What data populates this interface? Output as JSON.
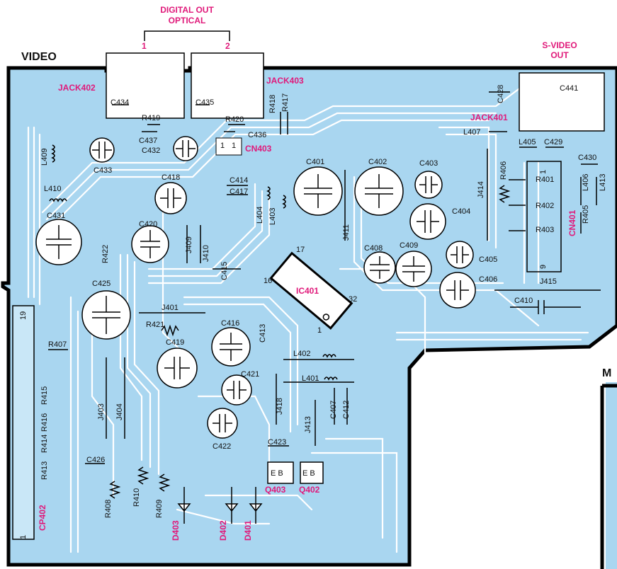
{
  "board": {
    "section_video": "VIDEO",
    "section_m": "M",
    "digital_out": [
      "DIGITAL OUT",
      "OPTICAL"
    ],
    "digital_out_pins": [
      "1",
      "2"
    ],
    "svideo_out": [
      "S-VIDEO",
      "OUT"
    ]
  },
  "connectors": {
    "jack402": "JACK402",
    "jack403": "JACK403",
    "jack401": "JACK401",
    "cn403": "CN403",
    "cn403_pins": [
      "1",
      "1"
    ],
    "cn401": "CN401",
    "cn401_pins": [
      "1",
      "9"
    ],
    "cp402": "CP402",
    "cp402_pins": [
      "19",
      "1"
    ]
  },
  "ic": {
    "name": "IC401",
    "pins": [
      "17",
      "16",
      "32",
      "1"
    ]
  },
  "transistors": [
    {
      "name": "Q403",
      "pins": "E B"
    },
    {
      "name": "Q402",
      "pins": "E B"
    }
  ],
  "diodes": [
    "D403",
    "D402",
    "D401"
  ],
  "capacitors": [
    "C401",
    "C402",
    "C403",
    "C404",
    "C405",
    "C406",
    "C407",
    "C408",
    "C409",
    "C410",
    "C412",
    "C413",
    "C414",
    "C415",
    "C416",
    "C417",
    "C418",
    "C419",
    "C420",
    "C421",
    "C422",
    "C423",
    "C425",
    "C426",
    "C428",
    "C429",
    "C430",
    "C431",
    "C432",
    "C433",
    "C434",
    "C435",
    "C436",
    "C437",
    "C441"
  ],
  "resistors": [
    "R401",
    "R402",
    "R403",
    "R405",
    "R406",
    "R407",
    "R408",
    "R409",
    "R410",
    "R413",
    "R414",
    "R415",
    "R416",
    "R417",
    "R418",
    "R419",
    "R420",
    "R421",
    "R422"
  ],
  "inductors": [
    "L401",
    "L402",
    "L403",
    "L404",
    "L405",
    "L406",
    "L407",
    "L409",
    "L410",
    "L413"
  ],
  "jumpers": [
    "J401",
    "J403",
    "J404",
    "J409",
    "J410",
    "J411",
    "J413",
    "J414",
    "J415",
    "J418"
  ],
  "colors": {
    "board": "#a9d6f0",
    "trace": "#ffffff",
    "outline": "#000000",
    "component_label": "#e0197a"
  }
}
